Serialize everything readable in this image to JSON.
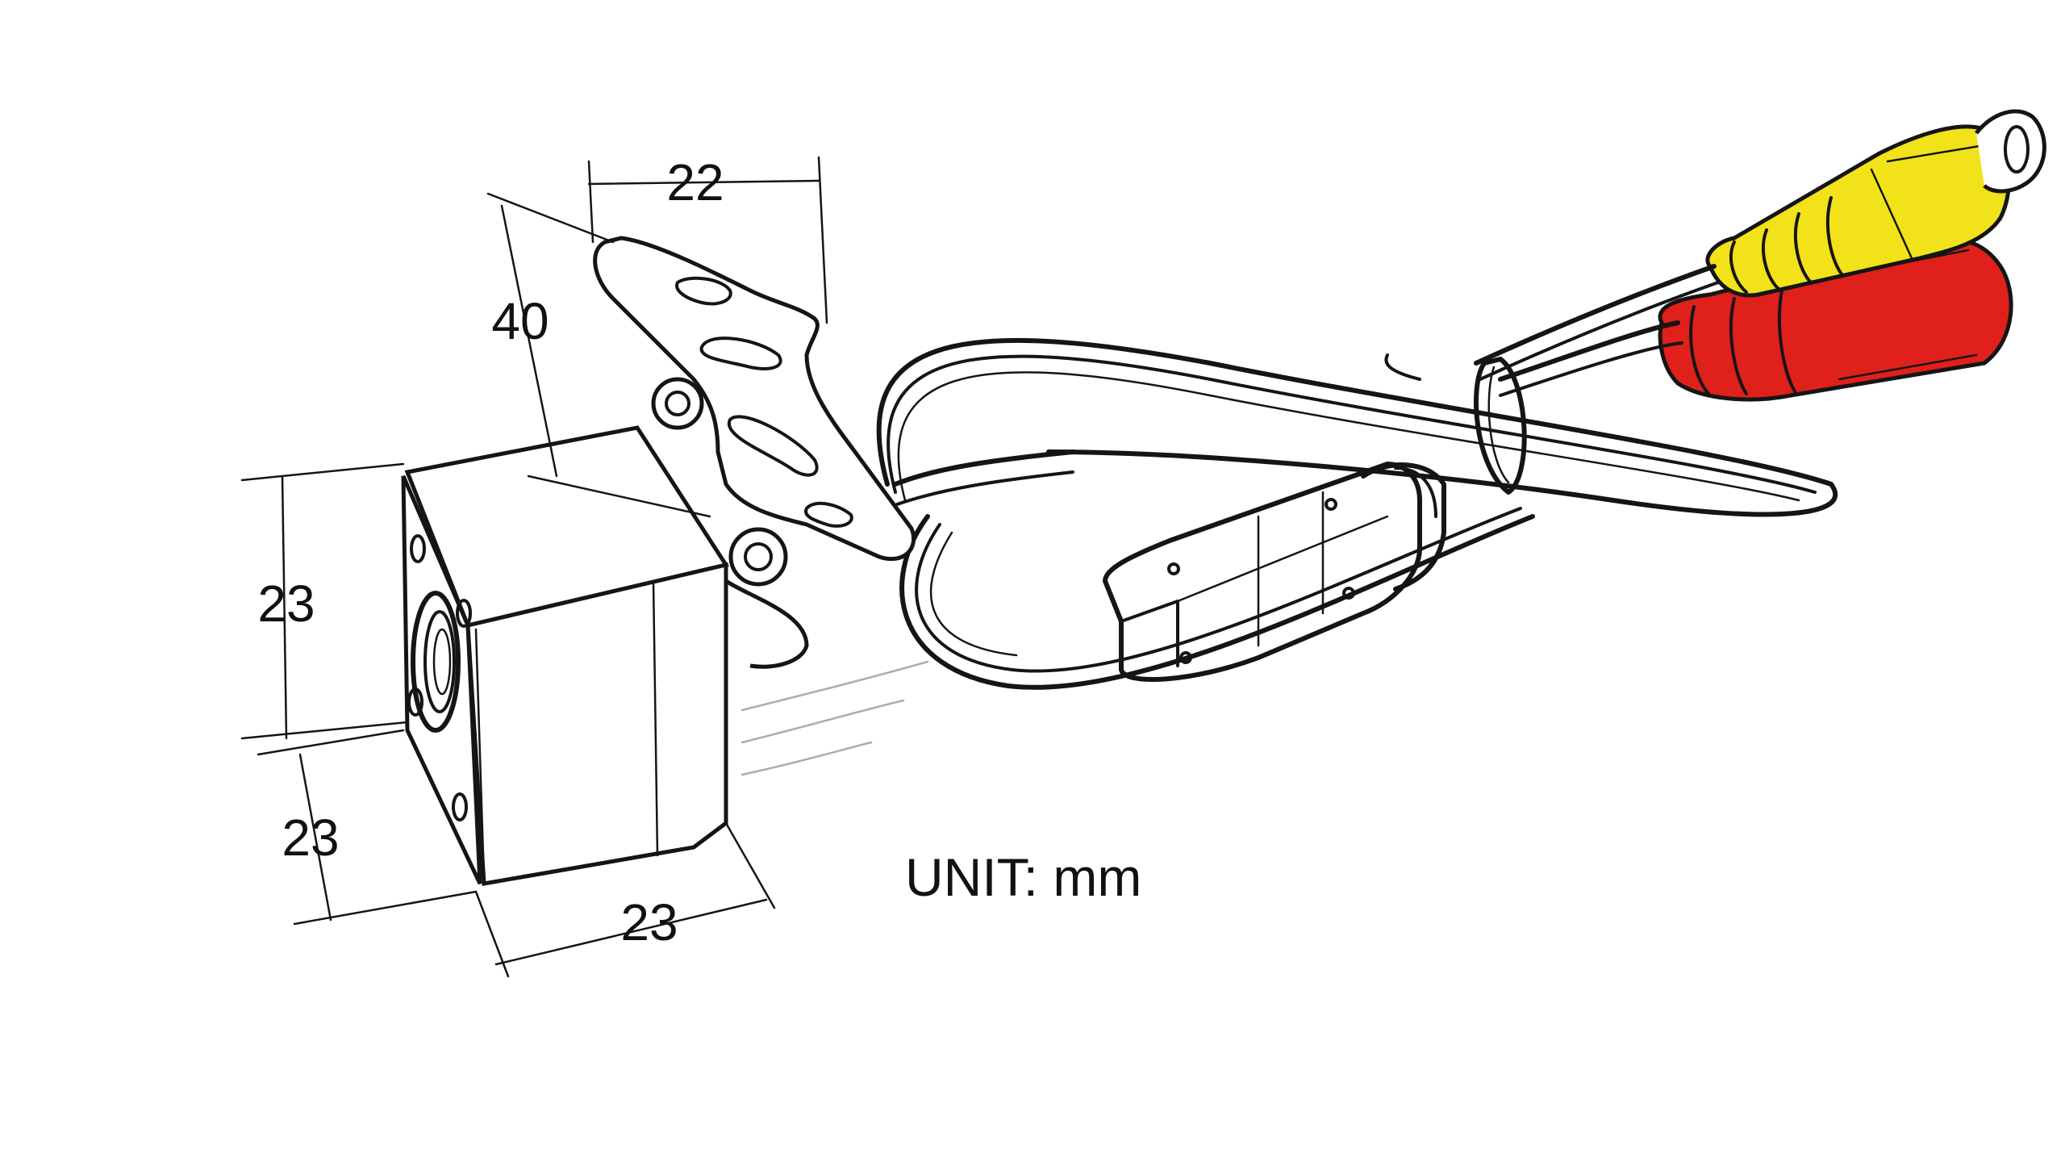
{
  "diagram": {
    "dimensions": {
      "bracket_width": "22",
      "bracket_height": "40",
      "body_height_upper": "23",
      "body_height_lower": "23",
      "body_width": "23"
    },
    "unit_label": "UNIT: mm",
    "colors": {
      "rca_yellow": "#f2e21a",
      "rca_red": "#e0201a",
      "line_ink": "#151515",
      "background": "#ffffff"
    }
  }
}
